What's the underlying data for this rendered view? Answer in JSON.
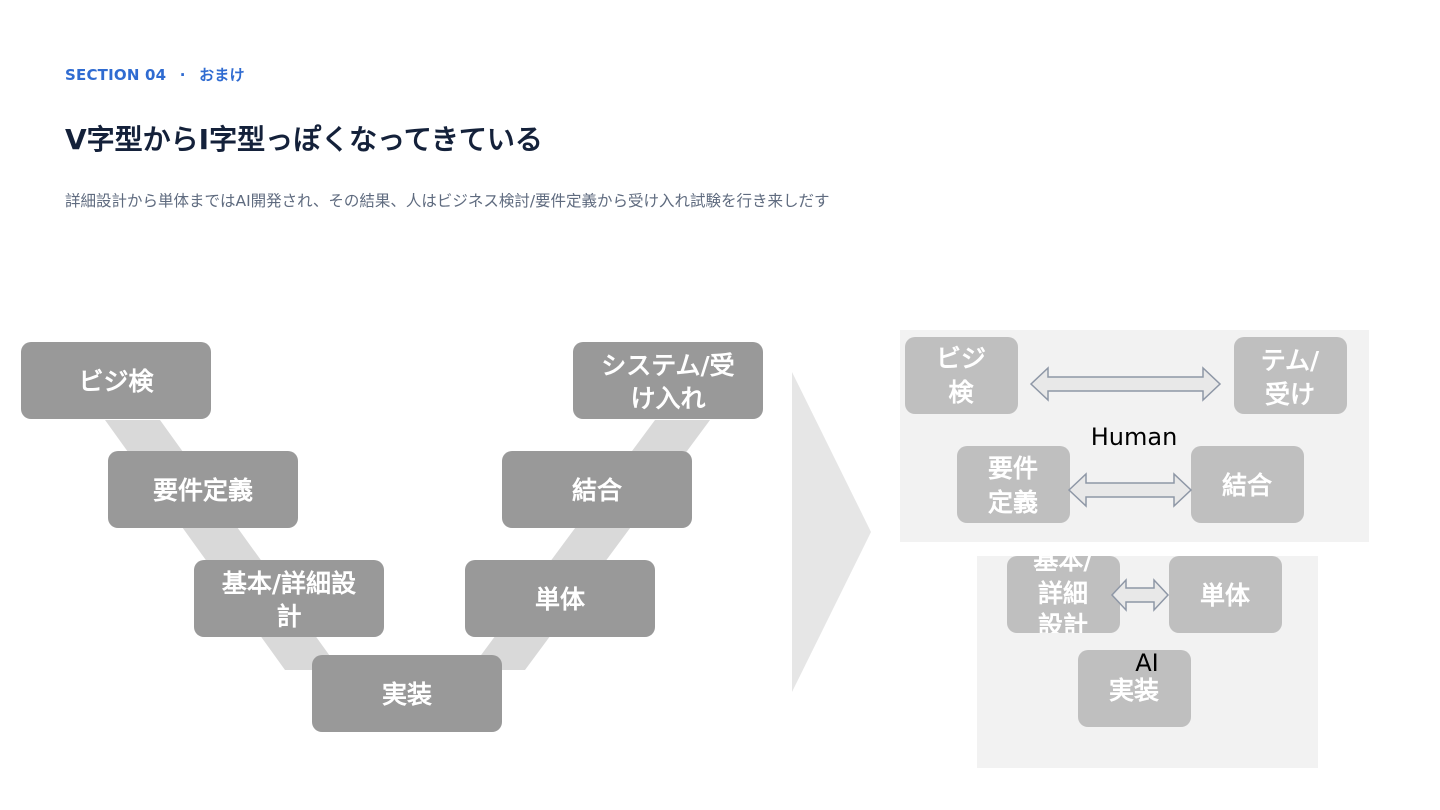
{
  "header": {
    "section": "SECTION 04",
    "separator": "·",
    "section_name": "おまけ",
    "title": "V字型からI字型っぽくなってきている",
    "subtitle": "詳細設計から単体まではAI開発され、その結果、人はビジネス検討/要件定義から受け入れ試験を行き来しだす"
  },
  "v_model": {
    "business": "ビジ検",
    "requirements": "要件定義",
    "design": [
      "基本/詳細設",
      "計"
    ],
    "implementation": "実装",
    "unit": "単体",
    "integration": "結合",
    "system": [
      "システム/受",
      "け入れ"
    ]
  },
  "i_model": {
    "human_label": "Human",
    "ai_label": "AI",
    "business": [
      "ビジ",
      "検"
    ],
    "system": [
      "テム/",
      "受け"
    ],
    "requirements": [
      "要件",
      "定義"
    ],
    "integration": "結合",
    "design": [
      "基本/",
      "詳細",
      "設計"
    ],
    "unit": "単体",
    "implementation": "実装"
  },
  "colors": {
    "accent": "#2f6bd1",
    "title": "#14213a",
    "subtitle": "#5f6b7f",
    "v_box": "#999999",
    "v_band": "#d9d9d9",
    "i_box": "#bfbfbf",
    "i_region": "#f2f2f2",
    "arrow_chevron": "#e6e6e6",
    "double_arrow_fill": "#e8e8e8",
    "double_arrow_stroke": "#8e97a6"
  }
}
